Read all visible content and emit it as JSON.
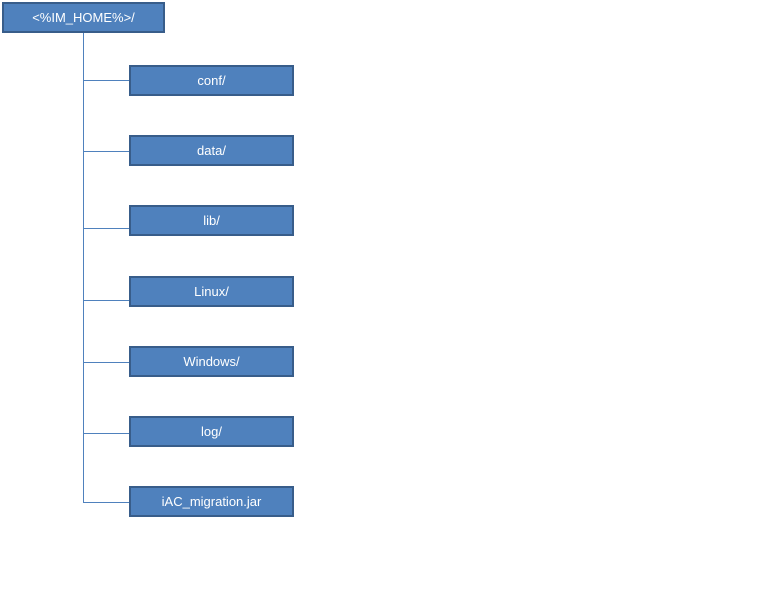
{
  "root": {
    "label": "<%IM_HOME%>/"
  },
  "children": [
    {
      "label": "conf/"
    },
    {
      "label": "data/"
    },
    {
      "label": "lib/"
    },
    {
      "label": "Linux/"
    },
    {
      "label": "Windows/"
    },
    {
      "label": "log/"
    },
    {
      "label": "iAC_migration.jar"
    }
  ],
  "colors": {
    "node_fill": "#4f81bd",
    "node_border": "#385d8a",
    "node_text": "#ffffff",
    "connector": "#4f81bd"
  }
}
